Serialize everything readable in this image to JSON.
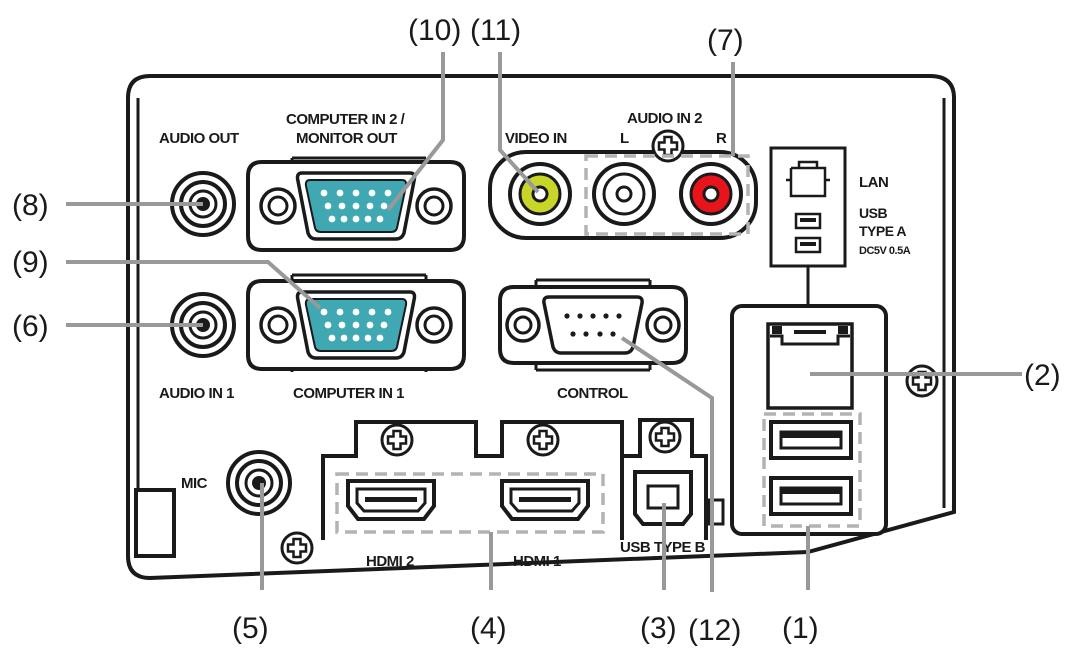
{
  "colors": {
    "ink": "#1a1a1a",
    "leader": "#999999",
    "dashed_group": "#b3b3b3",
    "vga_fill": "#3fa8b2",
    "video_jack": "#c8d62a",
    "audio_right_jack": "#e8141c"
  },
  "port_labels": {
    "audio_out": "AUDIO OUT",
    "computer_in_2_line1": "COMPUTER IN 2 /",
    "computer_in_2_line2": "MONITOR OUT",
    "video_in": "VIDEO IN",
    "audio_in_2": "AUDIO IN 2",
    "audio_in_2_left": "L",
    "audio_in_2_right": "R",
    "lan": "LAN",
    "usb_line1": "USB",
    "usb_line2": "TYPE A",
    "usb_line3": "DC5V 0.5A",
    "audio_in_1": "AUDIO IN 1",
    "computer_in_1": "COMPUTER IN 1",
    "control": "CONTROL",
    "mic": "MIC",
    "hdmi_2": "HDMI 2",
    "hdmi_1": "HDMI 1",
    "usb_type_b": "USB TYPE B"
  },
  "callouts": {
    "c1": "(1)",
    "c2": "(2)",
    "c3": "(3)",
    "c4": "(4)",
    "c5": "(5)",
    "c6": "(6)",
    "c7": "(7)",
    "c8": "(8)",
    "c9": "(9)",
    "c10": "(10)",
    "c11": "(11)",
    "c12": "(12)"
  },
  "icons": [
    "screw-icon",
    "lan-icon",
    "usb-a-icon",
    "audio-jack-icon",
    "vga-connector-icon",
    "hdmi-connector-icon",
    "usb-b-connector-icon",
    "serial-connector-icon",
    "rca-jack-icon"
  ]
}
